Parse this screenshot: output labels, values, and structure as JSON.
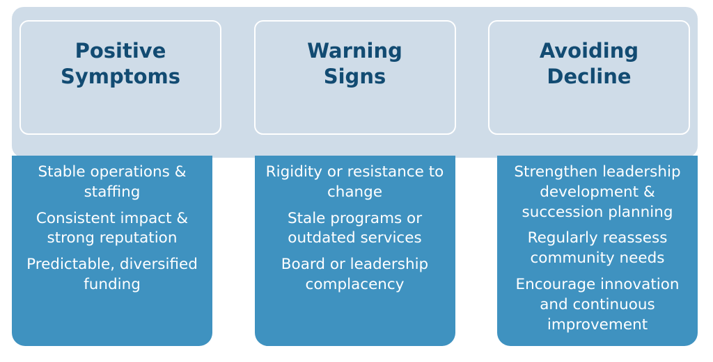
{
  "theme": {
    "panel_bg": "#cfdce8",
    "card_border": "#ffffff",
    "title_color": "#124b72",
    "body_bg": "#3f92c0",
    "body_text_color": "#ffffff",
    "page_bg": "#ffffff"
  },
  "columns": [
    {
      "title": "Positive\nSymptoms",
      "items": [
        "Stable operations & staffing",
        "Consistent impact & strong reputation",
        "Predictable, diversified funding"
      ]
    },
    {
      "title": "Warning\nSigns",
      "items": [
        "Rigidity or resistance to change",
        "Stale programs or outdated services",
        "Board or leadership complacency"
      ]
    },
    {
      "title": "Avoiding\nDecline",
      "items": [
        "Strengthen leadership development & succession planning",
        "Regularly reassess community needs",
        "Encourage innovation and continuous improvement"
      ]
    }
  ]
}
